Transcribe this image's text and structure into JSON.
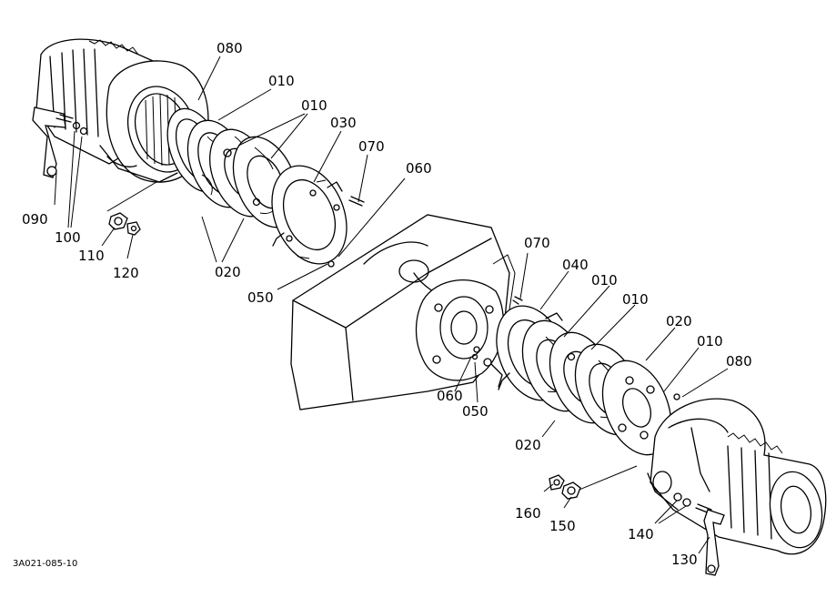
{
  "figure_code": "3A021-085-10",
  "callouts": [
    {
      "id": "c080a",
      "text": "080"
    },
    {
      "id": "c010a",
      "text": "010"
    },
    {
      "id": "c010b",
      "text": "010"
    },
    {
      "id": "c030",
      "text": "030"
    },
    {
      "id": "c070a",
      "text": "070"
    },
    {
      "id": "c060a",
      "text": "060"
    },
    {
      "id": "c090",
      "text": "090"
    },
    {
      "id": "c100",
      "text": "100"
    },
    {
      "id": "c110",
      "text": "110"
    },
    {
      "id": "c120",
      "text": "120"
    },
    {
      "id": "c020a",
      "text": "020"
    },
    {
      "id": "c050a",
      "text": "050"
    },
    {
      "id": "c070b",
      "text": "070"
    },
    {
      "id": "c040",
      "text": "040"
    },
    {
      "id": "c010c",
      "text": "010"
    },
    {
      "id": "c010d",
      "text": "010"
    },
    {
      "id": "c020b",
      "text": "020"
    },
    {
      "id": "c010e",
      "text": "010"
    },
    {
      "id": "c080b",
      "text": "080"
    },
    {
      "id": "c060b",
      "text": "060"
    },
    {
      "id": "c050b",
      "text": "050"
    },
    {
      "id": "c020c",
      "text": "020"
    },
    {
      "id": "c160",
      "text": "160"
    },
    {
      "id": "c150",
      "text": "150"
    },
    {
      "id": "c140",
      "text": "140"
    },
    {
      "id": "c130",
      "text": "130"
    }
  ]
}
